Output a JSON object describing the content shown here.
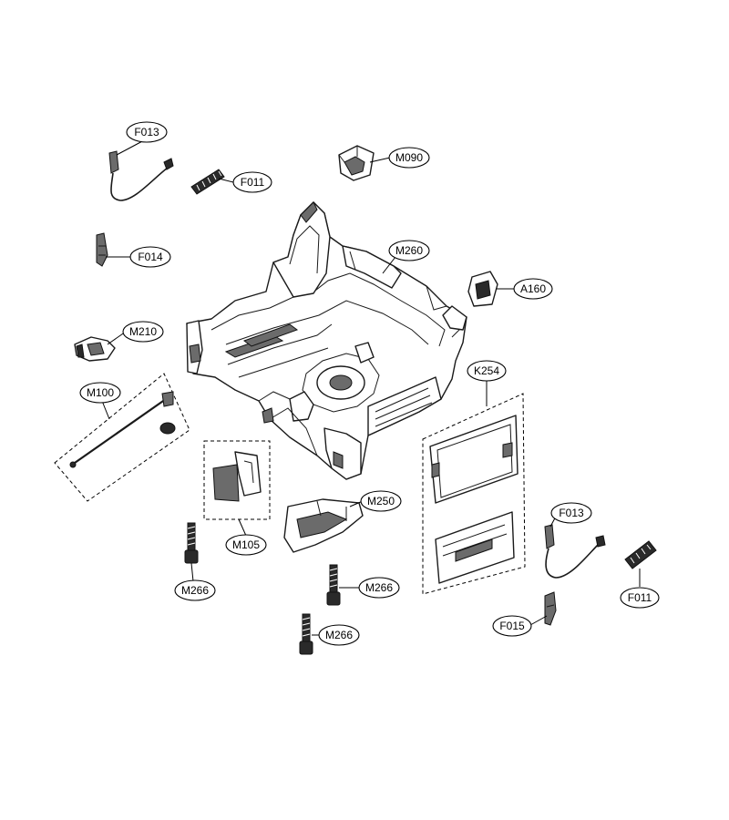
{
  "parts": {
    "f013_a": "F013",
    "f011_a": "F011",
    "m090": "M090",
    "f014": "F014",
    "m260": "M260",
    "a160": "A160",
    "m210": "M210",
    "k254": "K254",
    "m100": "M100",
    "m250": "M250",
    "m105": "M105",
    "f013_b": "F013",
    "m266_a": "M266",
    "m266_b": "M266",
    "f011_b": "F011",
    "f015": "F015",
    "m266_c": "M266"
  }
}
